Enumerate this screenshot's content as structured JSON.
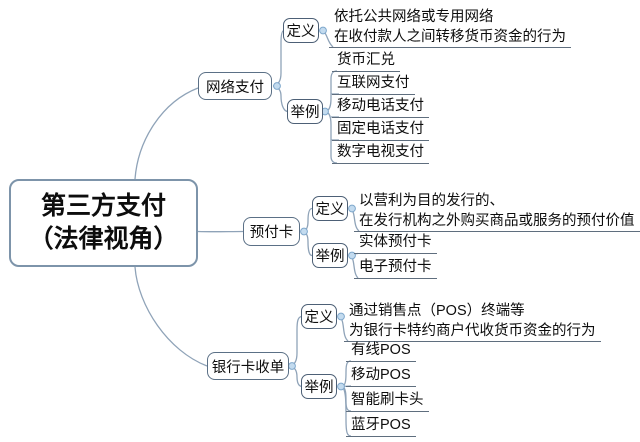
{
  "title": "第三方支付思维导图（法律视角）",
  "colors": {
    "background": "#ffffff",
    "text": "#0d0d0d",
    "root_border": "#7d94aa",
    "node_border": "#5b7086",
    "sub_node_border": "#4d6076",
    "connector_line": "#8fa3b8",
    "leaf_underline": "#5f6e7e",
    "handle_fill": "#c3dbef",
    "handle_stroke": "#7fa8cc"
  },
  "root": {
    "lines": [
      "第三方支付",
      "（法律视角）"
    ]
  },
  "branches": [
    {
      "label": "网络支付",
      "definition": {
        "label": "定义",
        "lines": [
          "依托公共网络或专用网络",
          "在收付款人之间转移货币资金的行为"
        ]
      },
      "examples": {
        "label": "举例",
        "items": [
          "货币汇兑",
          "互联网支付",
          "移动电话支付",
          "固定电话支付",
          "数字电视支付"
        ]
      }
    },
    {
      "label": "预付卡",
      "definition": {
        "label": "定义",
        "lines": [
          "以营利为目的发行的、",
          "在发行机构之外购买商品或服务的预付价值"
        ]
      },
      "examples": {
        "label": "举例",
        "items": [
          "实体预付卡",
          "电子预付卡"
        ]
      }
    },
    {
      "label": "银行卡收单",
      "definition": {
        "label": "定义",
        "lines": [
          "通过销售点（POS）终端等",
          "为银行卡特约商户代收货币资金的行为"
        ]
      },
      "examples": {
        "label": "举例",
        "items": [
          "有线POS",
          "移动POS",
          "智能刷卡头",
          "蓝牙POS"
        ]
      }
    }
  ]
}
